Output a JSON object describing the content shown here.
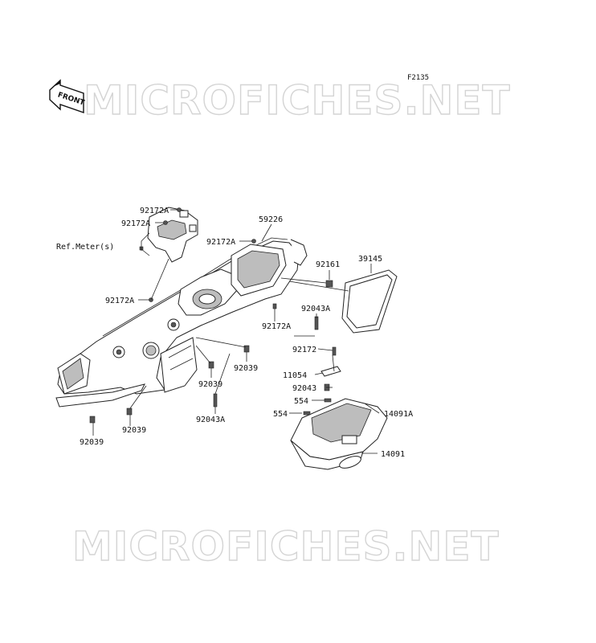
{
  "figure_code": "F2135",
  "watermark_top": "MICROFICHES.NET",
  "watermark_bottom": "MICROFICHES.NET",
  "front_arrow_label": "FRONT",
  "labels": {
    "p92172a_1": "92172A",
    "p92172a_2": "92172A",
    "ref_meter": "Ref.Meter(s)",
    "p92172a_3": "92172A",
    "p59226": "59226",
    "p92172a_4": "92172A",
    "p92161": "92161",
    "p39145": "39145",
    "p92043a_1": "92043A",
    "p92172a_5": "92172A",
    "p92172": "92172",
    "p92039_1": "92039",
    "p92039_2": "92039",
    "p11054": "11054",
    "p92043": "92043",
    "p554_1": "554",
    "p554_2": "554",
    "p14091a": "14091A",
    "p92043a_2": "92043A",
    "p92039_3": "92039",
    "p92039_4": "92039",
    "p14091": "14091"
  }
}
